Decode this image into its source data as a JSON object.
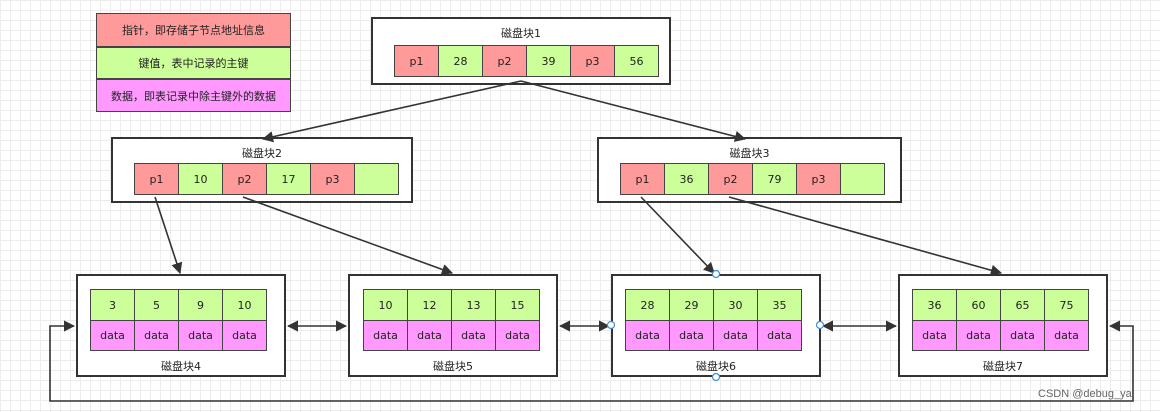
{
  "legend": {
    "pointer": "指针，即存储子节点地址信息",
    "key": "键值，表中记录的主键",
    "data": "数据，即表记录中除主键外的数据"
  },
  "colors": {
    "pointer": "#ff9a9a",
    "key": "#ccff99",
    "data": "#ff99ff"
  },
  "blocks": {
    "b1": {
      "title": "磁盘块1",
      "cells": [
        "p1",
        "28",
        "p2",
        "39",
        "p3",
        "56"
      ]
    },
    "b2": {
      "title": "磁盘块2",
      "cells": [
        "p1",
        "10",
        "p2",
        "17",
        "p3",
        ""
      ]
    },
    "b3": {
      "title": "磁盘块3",
      "cells": [
        "p1",
        "36",
        "p2",
        "79",
        "p3",
        ""
      ]
    },
    "b4": {
      "title": "磁盘块4",
      "keys": [
        "3",
        "5",
        "9",
        "10"
      ],
      "data": [
        "data",
        "data",
        "data",
        "data"
      ]
    },
    "b5": {
      "title": "磁盘块5",
      "keys": [
        "10",
        "12",
        "13",
        "15"
      ],
      "data": [
        "data",
        "data",
        "data",
        "data"
      ]
    },
    "b6": {
      "title": "磁盘块6",
      "keys": [
        "28",
        "29",
        "30",
        "35"
      ],
      "data": [
        "data",
        "data",
        "data",
        "data"
      ]
    },
    "b7": {
      "title": "磁盘块7",
      "keys": [
        "36",
        "60",
        "65",
        "75"
      ],
      "data": [
        "data",
        "data",
        "data",
        "data"
      ]
    }
  },
  "watermark": "CSDN @debug_ya"
}
